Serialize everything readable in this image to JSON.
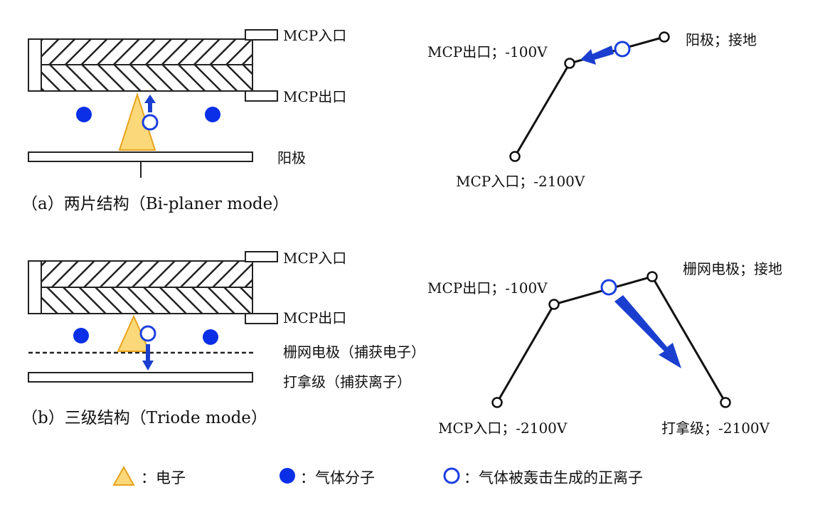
{
  "panel_a": {
    "caption": "（a）两片结构（Bi-planer mode）",
    "labels": {
      "mcp_in": "MCP入口",
      "mcp_out": "MCP出口",
      "anode": "阳极"
    },
    "potential": {
      "top_right": "阳极；接地",
      "mid": "MCP出口；-100V",
      "bottom": "MCP入口；-2100V"
    }
  },
  "panel_b": {
    "caption": "（b）三级结构（Triode mode）",
    "labels": {
      "mcp_in": "MCP入口",
      "mcp_out": "MCP出口",
      "grid": "栅网电极（捕获电子）",
      "target": "打拿级（捕获离子）"
    },
    "potential": {
      "grid": "栅网电极；接地",
      "mid": "MCP出口；-100V",
      "bottom_left": "MCP入口；-2100V",
      "bottom_right": "打拿级；-2100V"
    }
  },
  "legend": {
    "electron": "：电子",
    "gas_molecule": "：气体分子",
    "positive_ion": "：气体被轰击生成的正离子"
  },
  "colors": {
    "electron_fill": "#fbd97a",
    "electron_stroke": "#e8a21c",
    "molecule": "#0a2fe6",
    "ion_stroke": "#1b3fe0",
    "arrow": "#1a3fcf"
  }
}
